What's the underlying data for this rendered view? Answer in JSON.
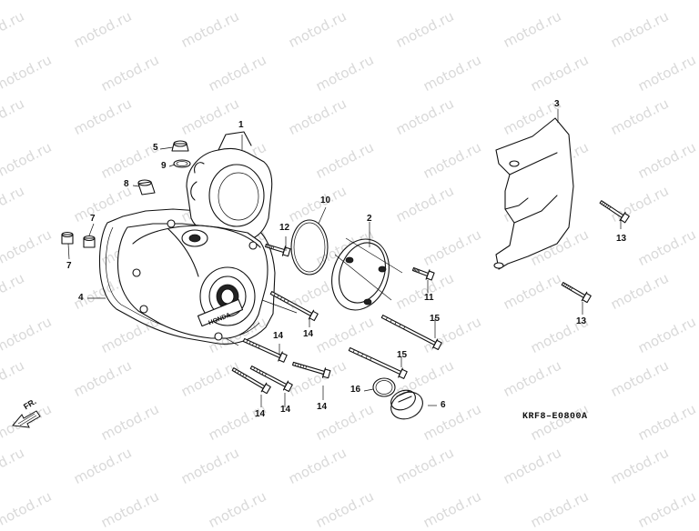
{
  "watermark": "motod.ru",
  "diagram_code": "KRF8–E0800A",
  "front_marker": "FR.",
  "callouts": [
    {
      "id": "c1",
      "label": "1"
    },
    {
      "id": "c2",
      "label": "2"
    },
    {
      "id": "c3",
      "label": "3"
    },
    {
      "id": "c4",
      "label": "4"
    },
    {
      "id": "c5",
      "label": "5"
    },
    {
      "id": "c6",
      "label": "6"
    },
    {
      "id": "c7a",
      "label": "7"
    },
    {
      "id": "c7b",
      "label": "7"
    },
    {
      "id": "c8",
      "label": "8"
    },
    {
      "id": "c9",
      "label": "9"
    },
    {
      "id": "c10",
      "label": "10"
    },
    {
      "id": "c11",
      "label": "11"
    },
    {
      "id": "c12",
      "label": "12"
    },
    {
      "id": "c13a",
      "label": "13"
    },
    {
      "id": "c13b",
      "label": "13"
    },
    {
      "id": "c14a",
      "label": "14"
    },
    {
      "id": "c14b",
      "label": "14"
    },
    {
      "id": "c14c",
      "label": "14"
    },
    {
      "id": "c14d",
      "label": "14"
    },
    {
      "id": "c14e",
      "label": "14"
    },
    {
      "id": "c15a",
      "label": "15"
    },
    {
      "id": "c15b",
      "label": "15"
    },
    {
      "id": "c16",
      "label": "16"
    }
  ],
  "colors": {
    "line": "#111111",
    "watermark": "#d9d9d9",
    "background": "#ffffff"
  }
}
